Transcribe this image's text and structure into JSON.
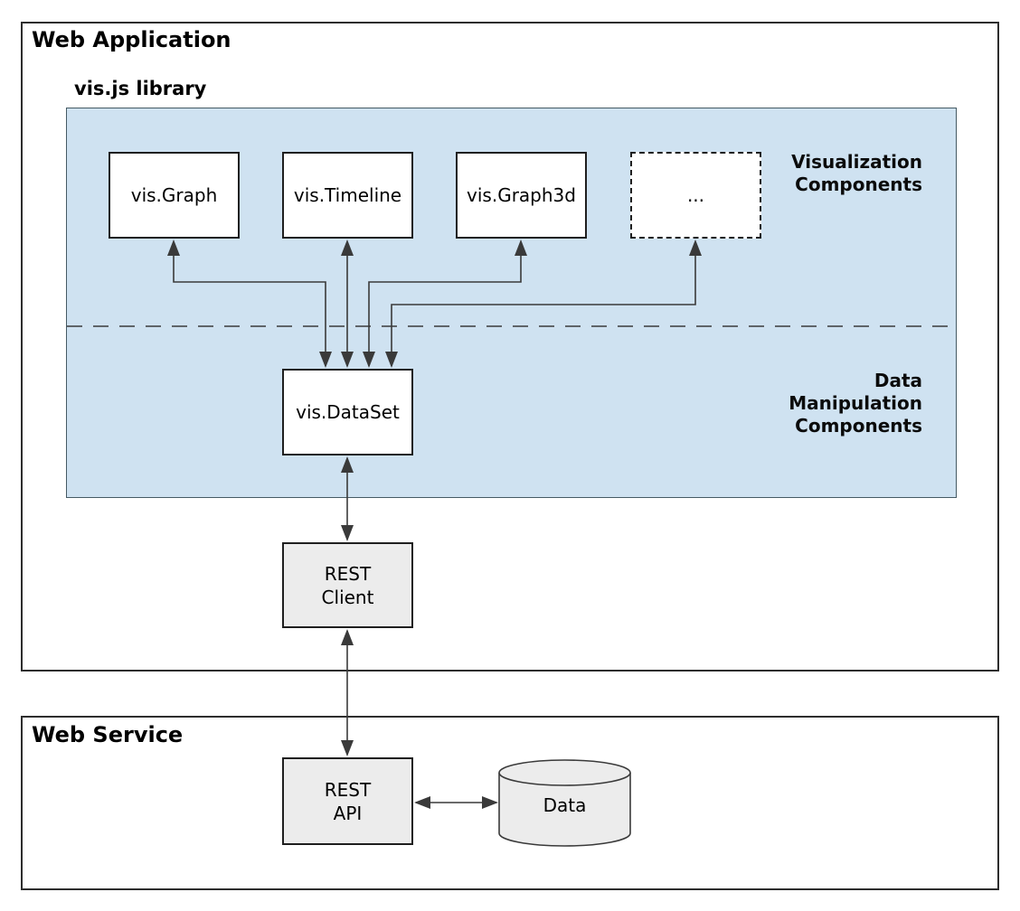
{
  "colors": {
    "panel_blue": "#cfe2f1",
    "node_gray": "#ececec",
    "connector": "#3a3a3a",
    "border_dark": "#2d2d2d"
  },
  "web_application": {
    "title": "Web Application"
  },
  "visjs_library": {
    "title": "vis.js library"
  },
  "viz_boxes": [
    {
      "label": "vis.Graph"
    },
    {
      "label": "vis.Timeline"
    },
    {
      "label": "vis.Graph3d"
    },
    {
      "label": "..."
    }
  ],
  "visualization_components_label": {
    "line1": "Visualization",
    "line2": "Components"
  },
  "data_manipulation_label": {
    "line1": "Data",
    "line2": "Manipulation",
    "line3": "Components"
  },
  "dataset_box": {
    "label": "vis.DataSet"
  },
  "rest_client": {
    "line1": "REST",
    "line2": "Client"
  },
  "web_service": {
    "title": "Web Service"
  },
  "rest_api": {
    "line1": "REST",
    "line2": "API"
  },
  "data_store": {
    "label": "Data"
  }
}
